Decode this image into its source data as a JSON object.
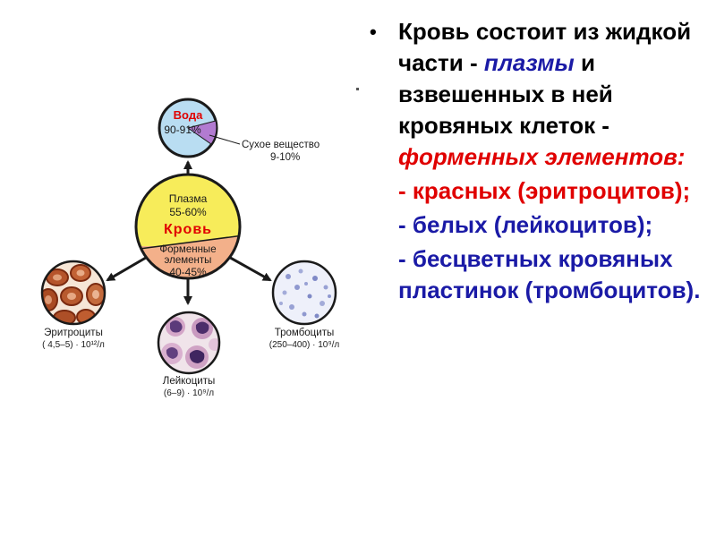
{
  "diagram": {
    "water": {
      "title": "Вода",
      "percent": "90-91%"
    },
    "dry": {
      "title": "Сухое вещество",
      "percent": "9-10%"
    },
    "plasma": {
      "title": "Плазма",
      "percent": "55-60%"
    },
    "center": "Кровь",
    "formed": {
      "line1": "Форменные",
      "line2": "элементы",
      "percent": "40-45%"
    },
    "erythrocytes": {
      "title": "Эритроциты",
      "count": "( 4,5–5) · 10¹²/л"
    },
    "leukocytes": {
      "title": "Лейкоциты",
      "count": "(6–9) · 10⁹/л"
    },
    "platelets": {
      "title": "Тромбоциты",
      "count": "(250–400) · 10⁹/л"
    },
    "colors": {
      "plasma": "#f7ec5a",
      "formed": "#f3b08a",
      "water": "#b9ddf2",
      "dry": "#b27bd1",
      "arrow": "#1a1a1a"
    }
  },
  "text": {
    "intro_1": "Кровь состоит из жидкой части - ",
    "plasma_word": "плазмы",
    "intro_2": " и взвешенных в ней кровяных клеток - ",
    "formed_word": "форменных элементов:",
    "item_red": "- красных (эритроцитов);",
    "item_white": "- белых (лейкоцитов);",
    "item_platelets": "- бесцветных кровяных пластинок (тромбоцитов)."
  }
}
